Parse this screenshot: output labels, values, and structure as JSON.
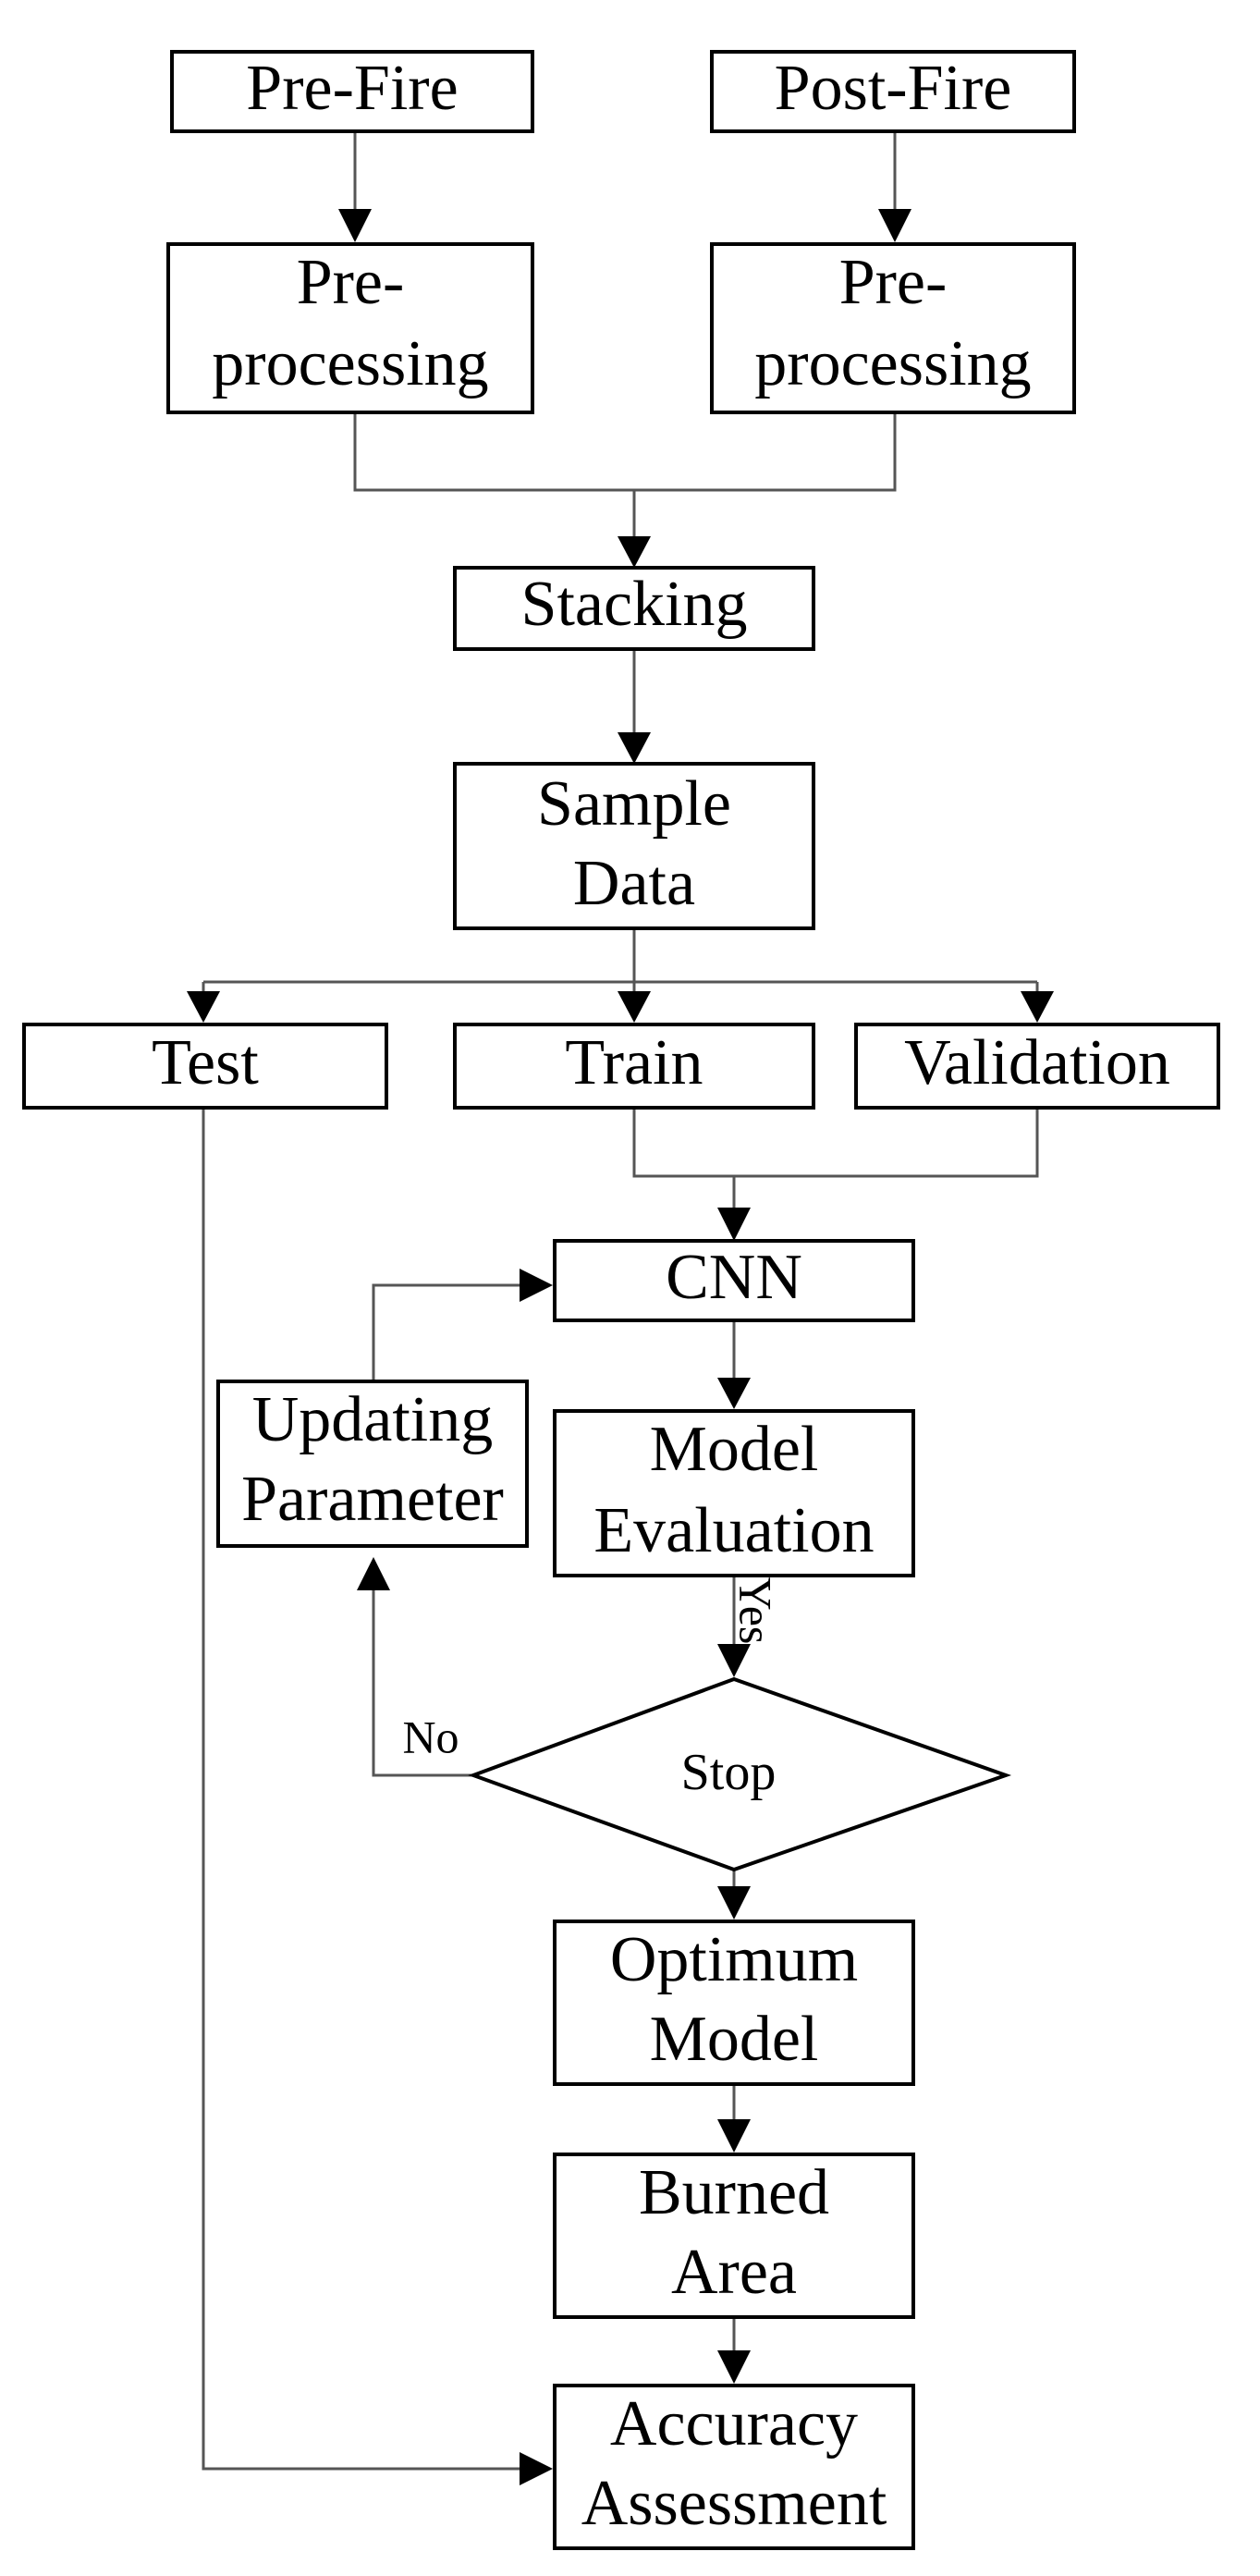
{
  "nodes": {
    "pre_fire": "Pre-Fire",
    "post_fire": "Post-Fire",
    "preprocessing_left": [
      "Pre-",
      "processing"
    ],
    "preprocessing_right": [
      "Pre-",
      "processing"
    ],
    "stacking": "Stacking",
    "sample_data": [
      "Sample",
      "Data"
    ],
    "test": "Test",
    "train": "Train",
    "validation": "Validation",
    "cnn": "CNN",
    "updating_parameter": [
      "Updating",
      "Parameter"
    ],
    "model_evaluation": [
      "Model",
      "Evaluation"
    ],
    "stop": "Stop",
    "optimum_model": [
      "Optimum",
      "Model"
    ],
    "burned_area": [
      "Burned",
      "Area"
    ],
    "accuracy_assessment": [
      "Accuracy",
      "Assessment"
    ]
  },
  "edge_labels": {
    "yes": "Yes",
    "no": "No"
  },
  "colors": {
    "line": "#555555",
    "box_stroke": "#000000",
    "text": "#000000",
    "background": "#ffffff"
  }
}
